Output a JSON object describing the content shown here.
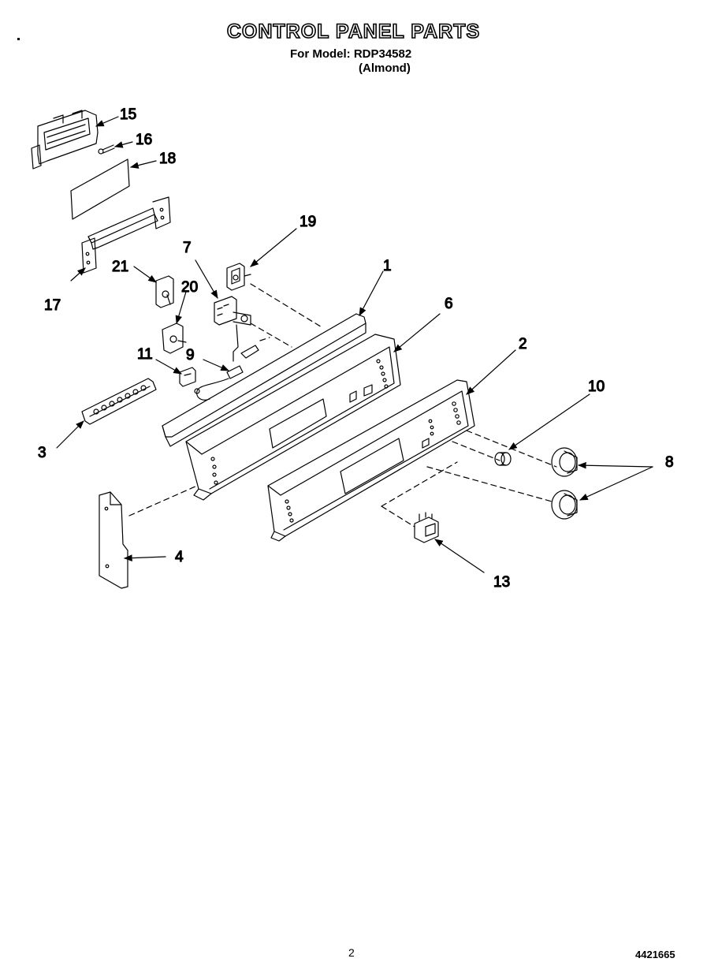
{
  "header": {
    "title": "CONTROL PANEL PARTS",
    "model_line": "For Model: RDP34582",
    "color_line": "(Almond)"
  },
  "callouts": [
    "15",
    "16",
    "18",
    "17",
    "21",
    "20",
    "7",
    "19",
    "1",
    "6",
    "2",
    "10",
    "8",
    "11",
    "9",
    "3",
    "4",
    "13"
  ],
  "footer": {
    "page_number": "2",
    "part_code": "4421665"
  }
}
